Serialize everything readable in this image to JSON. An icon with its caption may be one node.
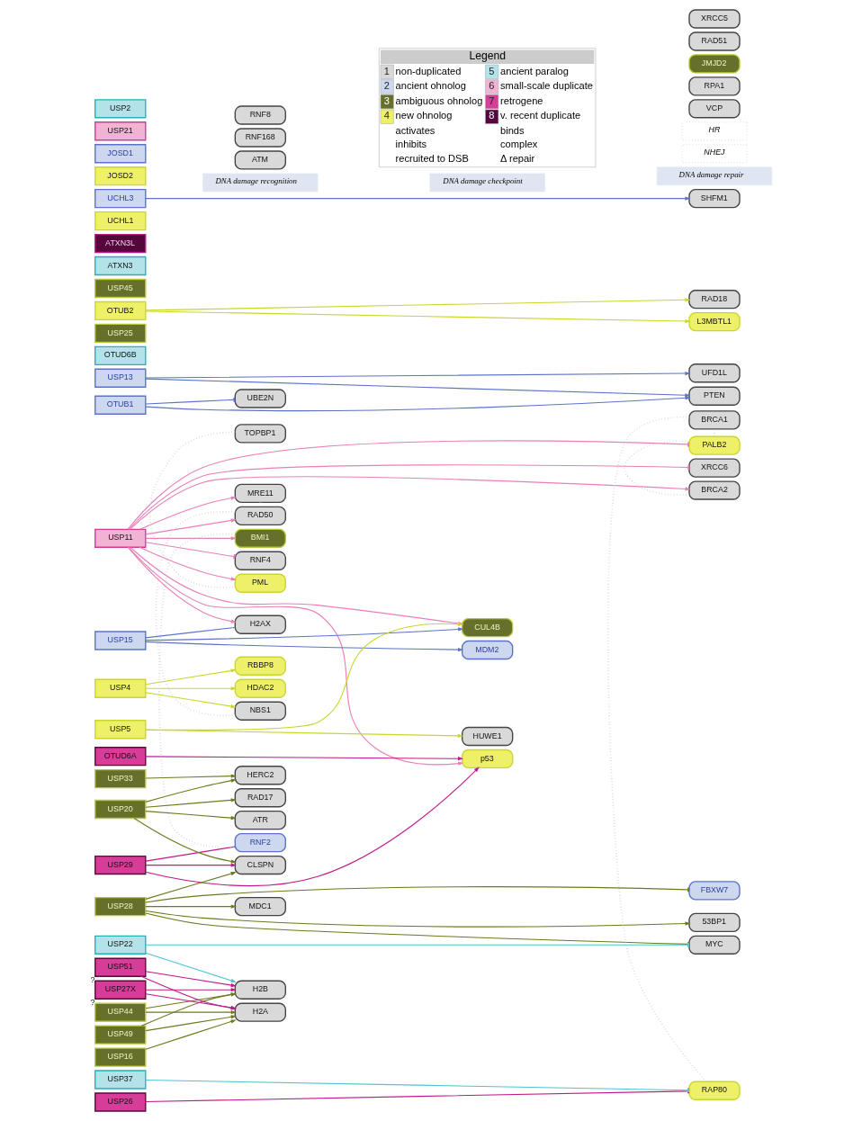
{
  "diagram": {
    "nodes": [
      {
        "text": [
          "USP11"
        ]
      },
      {
        "text": [
          "USP15"
        ]
      },
      {
        "text": [
          "USP4"
        ]
      },
      {
        "text": [
          "USP29"
        ]
      },
      {
        "text": [
          "USP26"
        ]
      },
      {
        "text": [
          "USP37"
        ]
      },
      {
        "text": [
          "USP33"
        ]
      },
      {
        "text": [
          "USP20"
        ]
      },
      {
        "text": [
          "USP5"
        ]
      },
      {
        "text": [
          "USP13"
        ]
      },
      {
        "text": [
          "USP44"
        ]
      },
      {
        "text": [
          "USP49"
        ]
      },
      {
        "text": [
          "OTUD6A"
        ]
      },
      {
        "text": [
          "OTUD6B"
        ]
      },
      {
        "text": [
          "USP28"
        ]
      },
      {
        "text": [
          "USP25"
        ]
      },
      {
        "text": [
          "OTUB2"
        ]
      },
      {
        "text": [
          "OTUB1"
        ]
      },
      {
        "text": [
          "USP16"
        ]
      },
      {
        "text": [
          "USP45"
        ]
      },
      {
        "text": [
          "ATXN3"
        ]
      },
      {
        "text": [
          "ATXN3L"
        ]
      },
      {
        "text": [
          "UCHL1"
        ]
      },
      {
        "text": [
          "UCHL3"
        ]
      },
      {
        "text": [
          "USP51"
        ],
        "beside": [
          "?"
        ]
      },
      {
        "text": [
          "USP27X"
        ],
        "beside": [
          "?"
        ]
      },
      {
        "text": [
          "USP22"
        ]
      },
      {
        "text": [
          "JOSD2"
        ]
      },
      {
        "text": [
          "JOSD1"
        ]
      },
      {
        "text": [
          "USP21"
        ]
      },
      {
        "text": [
          "USP2"
        ]
      },
      {
        "text": [
          "DNA damage recognition"
        ]
      },
      {
        "text": [
          "MRE11"
        ]
      },
      {
        "text": [
          "RAD50"
        ]
      },
      {
        "text": [
          "NBS1"
        ]
      },
      {
        "text": [
          "ATM"
        ]
      },
      {
        "text": [
          "H2AX"
        ]
      },
      {
        "text": [
          "BMI1"
        ]
      },
      {
        "text": [
          "RNF2"
        ]
      },
      {
        "text": [
          "RBBP8"
        ]
      },
      {
        "text": [
          "HDAC2"
        ]
      },
      {
        "text": [
          "MDC1"
        ]
      },
      {
        "text": [
          "RNF4"
        ]
      },
      {
        "text": [
          "RNF168"
        ]
      },
      {
        "text": [
          "RNF8"
        ]
      },
      {
        "text": [
          "HERC2"
        ]
      },
      {
        "text": [
          "UBE2N"
        ]
      },
      {
        "text": [
          "H2B"
        ]
      },
      {
        "text": [
          "H2A"
        ]
      },
      {
        "text": [
          "ATR"
        ]
      },
      {
        "text": [
          "CLSPN"
        ]
      },
      {
        "text": [
          "RAD17"
        ]
      },
      {
        "text": [
          "TOPBP1"
        ]
      },
      {
        "text": [
          "PML"
        ]
      },
      {
        "text": [
          "DNA damage checkpoint"
        ]
      },
      {
        "text": [
          "CUL4B"
        ]
      },
      {
        "text": [
          "HUWE1"
        ]
      },
      {
        "text": [
          "p53"
        ]
      },
      {
        "text": [
          "MDM2"
        ]
      },
      {
        "text": [
          "DNA damage repair"
        ]
      },
      {
        "text": [
          "BRCA2"
        ]
      },
      {
        "text": [
          "PALB2"
        ]
      },
      {
        "text": [
          "BRCA1"
        ]
      },
      {
        "text": [
          "RAP80"
        ]
      },
      {
        "text": [
          "NHEJ"
        ]
      },
      {
        "text": [
          "HR"
        ]
      },
      {
        "text": [
          "53BP1"
        ]
      },
      {
        "text": [
          "RAD18"
        ]
      },
      {
        "text": [
          "VCP"
        ]
      },
      {
        "text": [
          "UFD1L"
        ]
      },
      {
        "text": [
          "RPA1"
        ]
      },
      {
        "text": [
          "PTEN"
        ]
      },
      {
        "text": [
          "JMJD2"
        ]
      },
      {
        "text": [
          "L3MBTL1"
        ]
      },
      {
        "text": [
          "RAD51"
        ]
      },
      {
        "text": [
          "SHFM1"
        ]
      },
      {
        "text": [
          "XRCC6"
        ]
      },
      {
        "text": [
          "XRCC5"
        ]
      },
      {
        "text": [
          "MYC"
        ]
      },
      {
        "text": [
          "FBXW7"
        ]
      }
    ],
    "edges": [
      {
        "from": 0,
        "to": 32,
        "arrow": "to",
        "color": "#e87fb8"
      },
      {
        "from": 0,
        "to": 33,
        "arrow": "to",
        "color": "#e87fb8"
      },
      {
        "from": 0,
        "to": 36,
        "arrow": "to",
        "color": "#e87fb8"
      },
      {
        "from": 0,
        "to": 37,
        "arrow": "to",
        "color": "#e87fb8"
      },
      {
        "from": 0,
        "to": 42,
        "arrow": "other",
        "color": "#e87fb8"
      },
      {
        "from": 0,
        "to": 53,
        "arrow": "to",
        "color": "#e87fb8"
      },
      {
        "from": 0,
        "to": 55,
        "arrow": "to",
        "color": "#e87fb8"
      },
      {
        "from": 0,
        "to": 57,
        "arrow": "to",
        "color": "#e87fb8"
      },
      {
        "from": 0,
        "to": 60,
        "arrow": "to",
        "color": "#e87fb8"
      },
      {
        "from": 0,
        "to": 61,
        "arrow": "other",
        "color": "#e87fb8"
      },
      {
        "from": 0,
        "to": 76,
        "arrow": "other",
        "color": "#e87fb8"
      },
      {
        "from": 1,
        "to": 36,
        "arrow": "none",
        "color": "#5a74c9"
      },
      {
        "from": 1,
        "to": 55,
        "arrow": "to",
        "color": "#5a74c9"
      },
      {
        "from": 1,
        "to": 58,
        "arrow": "to",
        "color": "#5a74c9"
      },
      {
        "from": 2,
        "to": 34,
        "arrow": "to",
        "color": "#c9d62a"
      },
      {
        "from": 2,
        "to": 39,
        "arrow": "to",
        "color": "#c9d62a"
      },
      {
        "from": 2,
        "to": 40,
        "arrow": "to",
        "color": "#c9d62a"
      },
      {
        "from": 3,
        "to": 38,
        "arrow": "none",
        "color": "#c0198a"
      },
      {
        "from": 3,
        "to": 50,
        "arrow": "to",
        "color": "#c0198a"
      },
      {
        "from": 3,
        "to": 57,
        "arrow": "to",
        "color": "#c0198a"
      },
      {
        "from": 4,
        "to": 63,
        "arrow": "other",
        "color": "#c0198a"
      },
      {
        "from": 5,
        "to": 63,
        "arrow": "other",
        "color": "#4fc3cf"
      },
      {
        "from": 6,
        "to": 45,
        "arrow": "to",
        "color": "#6b7a1f"
      },
      {
        "from": 7,
        "to": 45,
        "arrow": "to",
        "color": "#6b7a1f"
      },
      {
        "from": 7,
        "to": 49,
        "arrow": "to",
        "color": "#6b7a1f"
      },
      {
        "from": 7,
        "to": 50,
        "arrow": "to",
        "color": "#6b7a1f"
      },
      {
        "from": 7,
        "to": 51,
        "arrow": "to",
        "color": "#6b7a1f"
      },
      {
        "from": 8,
        "to": 55,
        "arrow": "to",
        "color": "#c9d62a"
      },
      {
        "from": 8,
        "to": 56,
        "arrow": "to",
        "color": "#c9d62a"
      },
      {
        "from": 9,
        "to": 69,
        "arrow": "to",
        "color": "#5a74c9"
      },
      {
        "from": 9,
        "to": 71,
        "arrow": "to",
        "color": "#5a74c9"
      },
      {
        "from": 10,
        "to": 47,
        "arrow": "to",
        "color": "#6b7a1f"
      },
      {
        "from": 10,
        "to": 48,
        "arrow": "to",
        "color": "#6b7a1f"
      },
      {
        "from": 11,
        "to": 47,
        "arrow": "to",
        "color": "#6b7a1f"
      },
      {
        "from": 11,
        "to": 48,
        "arrow": "to",
        "color": "#6b7a1f"
      },
      {
        "from": 12,
        "to": 57,
        "arrow": "to",
        "color": "#c0198a"
      },
      {
        "from": 14,
        "to": 41,
        "arrow": "to",
        "color": "#6b7a1f"
      },
      {
        "from": 14,
        "to": 50,
        "arrow": "to",
        "color": "#6b7a1f"
      },
      {
        "from": 14,
        "to": 66,
        "arrow": "to",
        "color": "#6b7a1f"
      },
      {
        "from": 14,
        "to": 78,
        "arrow": "other",
        "color": "#6b7a1f"
      },
      {
        "from": 14,
        "to": 79,
        "arrow": "other",
        "color": "#6b7a1f"
      },
      {
        "from": 16,
        "to": 67,
        "arrow": "to",
        "color": "#c9d62a"
      },
      {
        "from": 16,
        "to": 73,
        "arrow": "to",
        "color": "#c9d62a"
      },
      {
        "from": 17,
        "to": 46,
        "arrow": "other",
        "color": "#5a74c9"
      },
      {
        "from": 17,
        "to": 71,
        "arrow": "to",
        "color": "#5a74c9"
      },
      {
        "from": 18,
        "to": 48,
        "arrow": "to",
        "color": "#6b7a1f"
      },
      {
        "from": 23,
        "to": 75,
        "arrow": "to",
        "color": "#5a74c9"
      },
      {
        "from": 24,
        "to": 47,
        "arrow": "to",
        "color": "#c0198a"
      },
      {
        "from": 24,
        "to": 48,
        "arrow": "to",
        "color": "#c0198a"
      },
      {
        "from": 25,
        "to": 47,
        "arrow": "to",
        "color": "#c0198a"
      },
      {
        "from": 25,
        "to": 48,
        "arrow": "to",
        "color": "#c0198a"
      },
      {
        "from": 26,
        "to": 47,
        "arrow": "to",
        "color": "#4fc3cf"
      },
      {
        "from": 26,
        "to": 78,
        "arrow": "other",
        "color": "#4fc3cf"
      },
      {
        "from": 32,
        "to": 33,
        "arrow": "none",
        "style": "dashed",
        "color": "#c8c8c8"
      },
      {
        "from": 33,
        "to": 34,
        "arrow": "none",
        "style": "dashed",
        "color": "#c8c8c8"
      },
      {
        "from": 37,
        "to": 38,
        "arrow": "none",
        "style": "dashed",
        "color": "#c8c8c8"
      },
      {
        "from": 52,
        "to": 53,
        "arrow": "none",
        "style": "dashed",
        "color": "#c8c8c8"
      },
      {
        "from": 60,
        "to": 61,
        "arrow": "none",
        "style": "dashed",
        "color": "#c8c8c8"
      },
      {
        "from": 61,
        "to": 62,
        "arrow": "none",
        "style": "dashed",
        "color": "#c8c8c8"
      },
      {
        "from": 62,
        "to": 63,
        "arrow": "none",
        "style": "dashed",
        "color": "#c8c8c8"
      }
    ],
    "labels": [
      "Legend",
      "1",
      "2",
      "3",
      "4",
      "5",
      "6",
      "7",
      "8"
    ],
    "legend": [
      {
        "text": "non-duplicated",
        "color": "#d9d9d9"
      },
      {
        "text": "ancient ohnolog",
        "color": "#cdd8ee"
      },
      {
        "text": "ambiguous ohnolog",
        "color": "#66702a"
      },
      {
        "text": "new ohnolog",
        "color": "#eef06a"
      },
      {
        "text": "ancient paralog",
        "color": "#b3e3e8"
      },
      {
        "text": "small-scale duplicate",
        "color": "#f0b3d4"
      },
      {
        "text": "retrogene",
        "color": "#d63c98"
      },
      {
        "text": "v. recent duplicate",
        "color": "#55063d"
      },
      {
        "text": "activates"
      },
      {
        "text": "binds"
      },
      {
        "text": "inhibits"
      },
      {
        "text": "complex"
      },
      {
        "text": "recruited to DSB"
      },
      {
        "text": "Δ repair"
      }
    ]
  }
}
